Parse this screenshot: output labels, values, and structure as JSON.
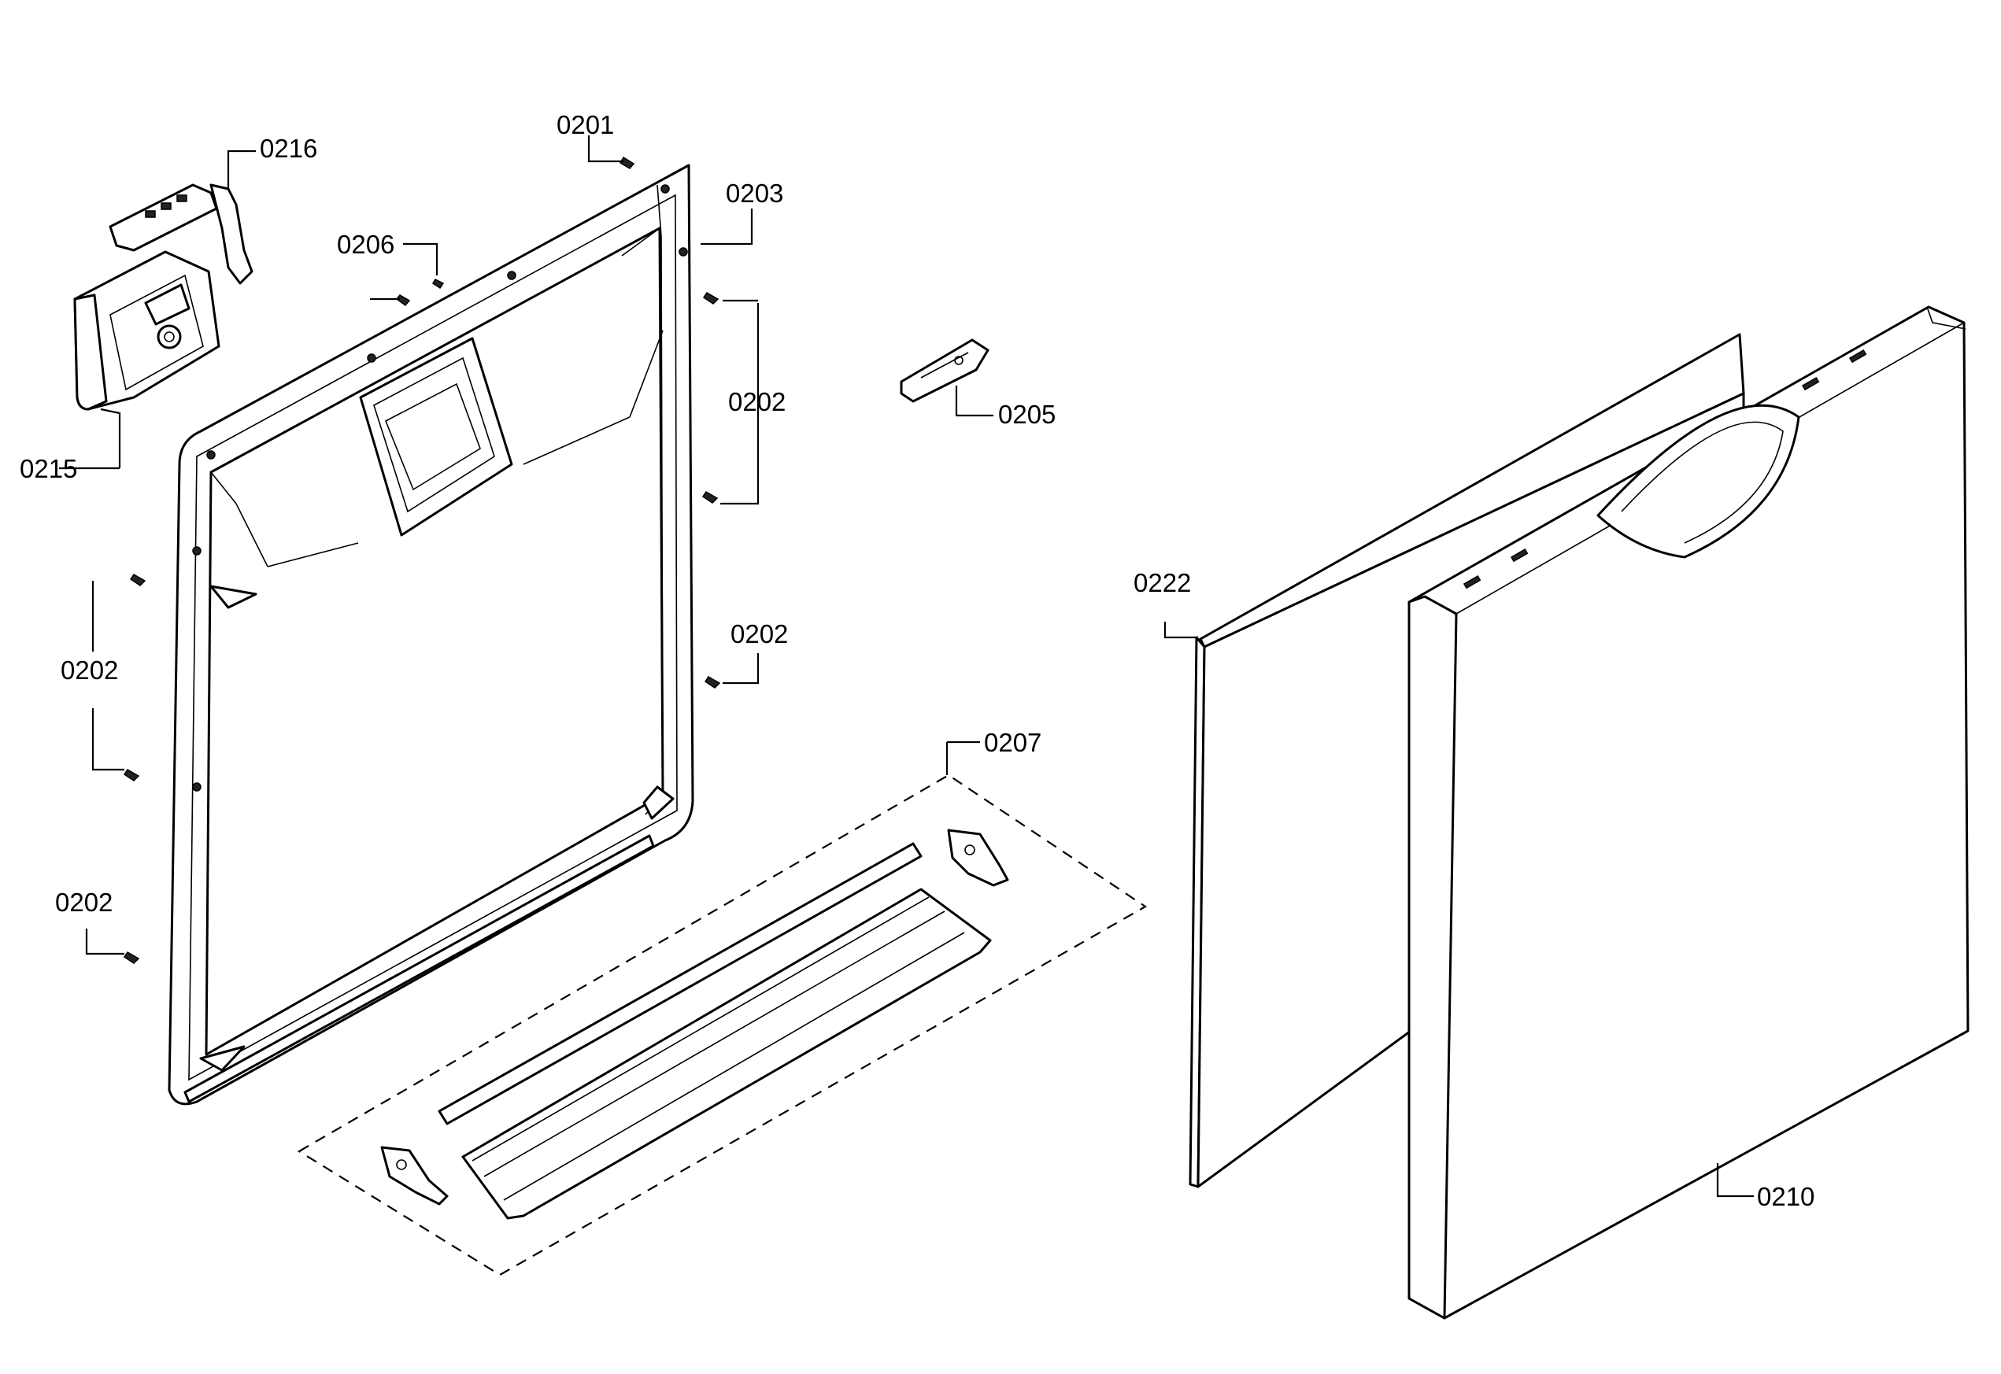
{
  "callouts": {
    "c0201": "0201",
    "c0203": "0203",
    "c0206": "0206",
    "c0216": "0216",
    "c0215": "0215",
    "c0202_upper_right": "0202",
    "c0205": "0205",
    "c0222": "0222",
    "c0202_mid_right": "0202",
    "c0202_left": "0202",
    "c0207": "0207",
    "c0202_lower_left": "0202",
    "c0210": "0210"
  }
}
